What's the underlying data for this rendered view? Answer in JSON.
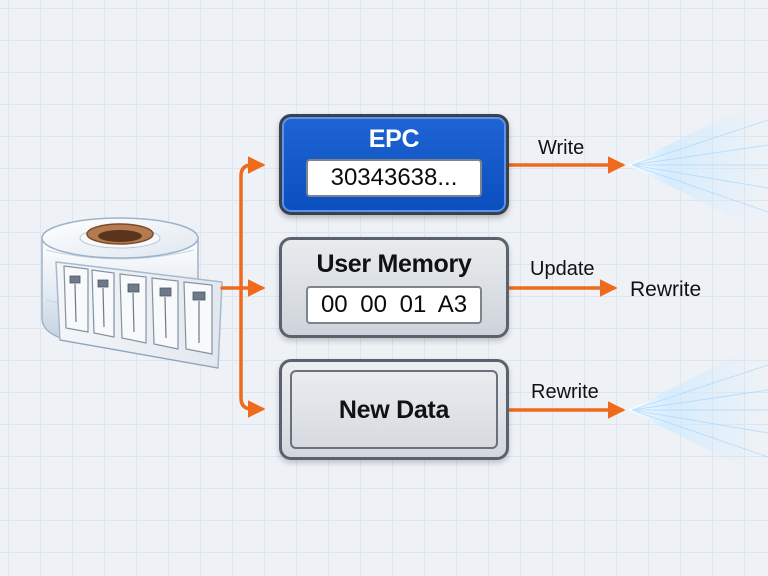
{
  "blocks": {
    "epc": {
      "title": "EPC",
      "value": "30343638..."
    },
    "user_memory": {
      "title": "User Memory",
      "value": "00 00 01 A3"
    },
    "new_data": {
      "title": "New Data"
    }
  },
  "labels": {
    "write": "Write",
    "update": "Update",
    "rewrite_middle": "Rewrite",
    "rewrite_bottom": "Rewrite"
  },
  "colors": {
    "accent_orange": "#ef6a1b",
    "epc_blue": "#0b55c6",
    "panel_gray": "#d4d8de",
    "background": "#eef2f6"
  },
  "icons": {
    "tag_roll": "rfid-tag-roll-icon",
    "signal_burst": "signal-burst-icon"
  }
}
